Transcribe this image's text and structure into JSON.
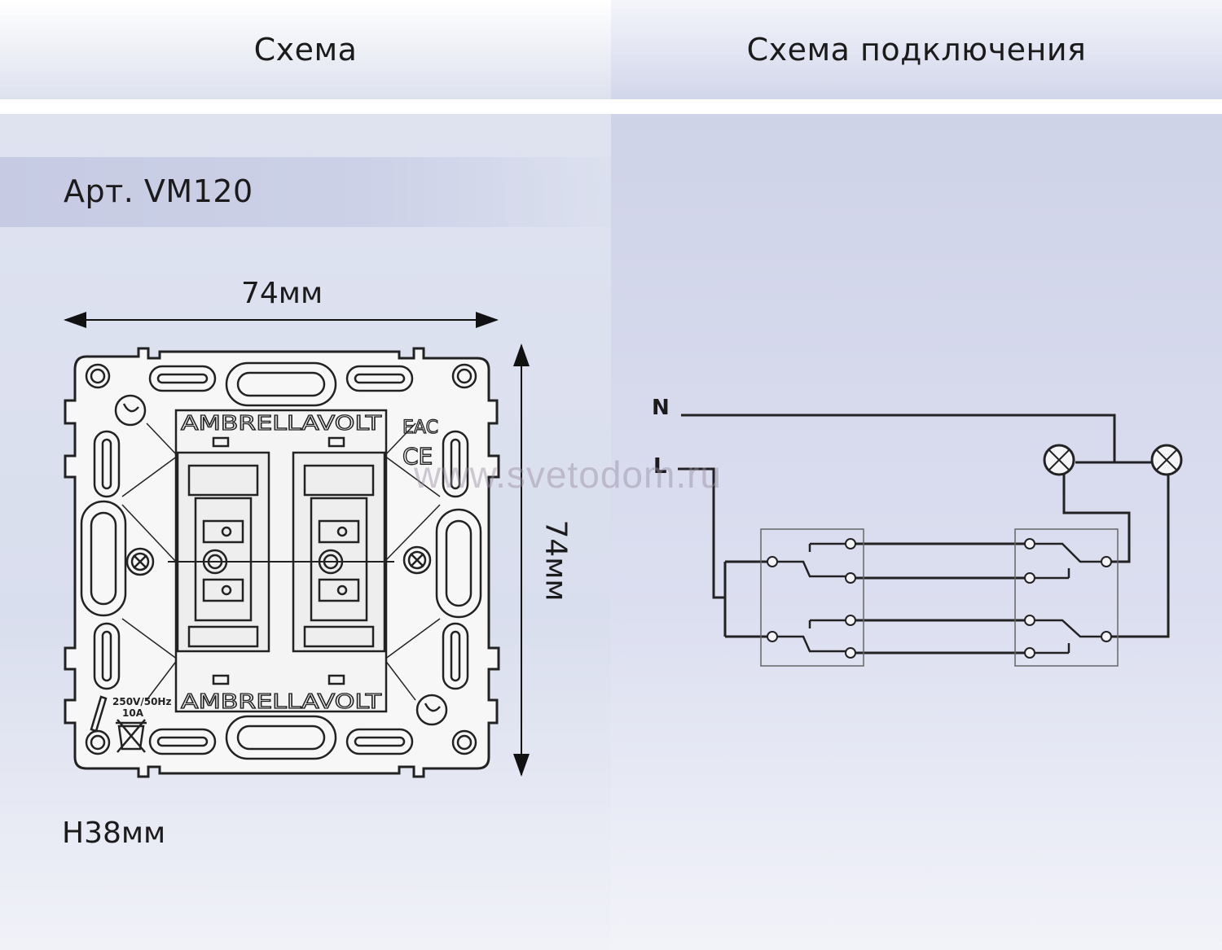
{
  "left": {
    "header": "Схема",
    "article": "Арт. VM120",
    "dim_width": "74мм",
    "dim_height": "74мм",
    "dim_depth": "Н38мм",
    "device": {
      "brand_top": "AMBRELLAVOLT",
      "brand_bottom": "AMBRELLAVOLT",
      "rating_line1": "250V/50Hz",
      "rating_line2": "10A",
      "mark_eac": "EAC",
      "mark_ce": "CE"
    }
  },
  "right": {
    "header": "Схема подключения",
    "label_n": "N",
    "label_l": "L"
  },
  "watermark": "www.svetodom.ru"
}
